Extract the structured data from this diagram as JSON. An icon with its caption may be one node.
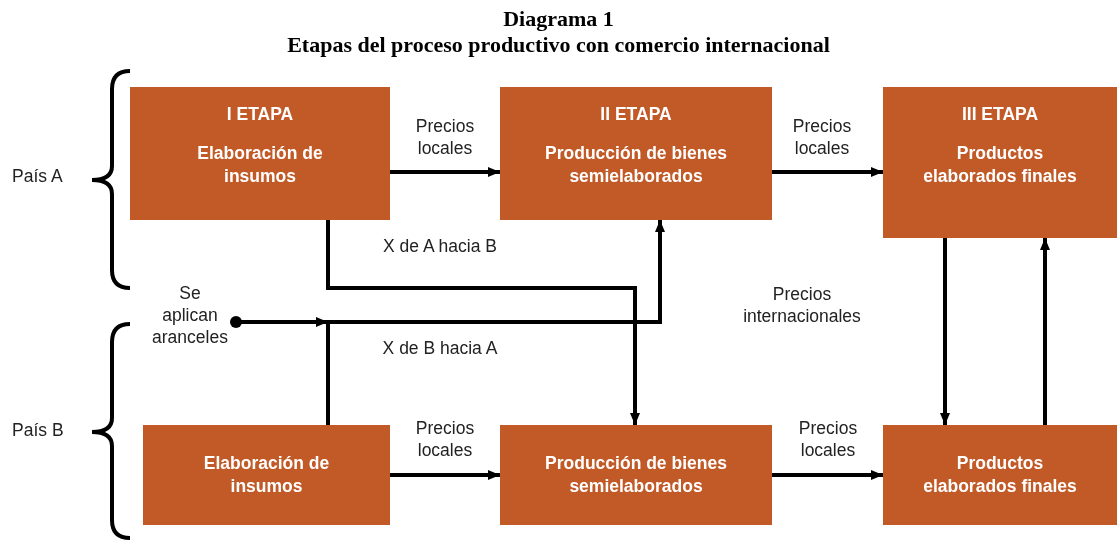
{
  "diagram": {
    "title": "Diagrama 1",
    "caption": "Etapas del proceso productivo con comercio internacional",
    "nodes": [
      {
        "text": [
          "I ETAPA",
          "Elaboración de insumos"
        ]
      },
      {
        "text": [
          "II ETAPA",
          "Producción de bienes semielaborados"
        ]
      },
      {
        "text": [
          "III ETAPA",
          "Productos elaborados finales"
        ]
      },
      {
        "text": [
          "Elaboración de insumos"
        ]
      },
      {
        "text": [
          "Producción de bienes semielaborados"
        ]
      },
      {
        "text": [
          "Productos elaborados finales"
        ]
      },
      {
        "text": [
          "Se aplican aranceles"
        ]
      }
    ],
    "edges": [
      {
        "from": 0,
        "to": 1,
        "arrow": "to",
        "label": "Precios locales"
      },
      {
        "from": 1,
        "to": 2,
        "arrow": "to",
        "label": "Precios locales"
      },
      {
        "from": 3,
        "to": 4,
        "arrow": "to",
        "label": "Precios locales"
      },
      {
        "from": 4,
        "to": 5,
        "arrow": "to",
        "label": "Precios locales"
      },
      {
        "from": 0,
        "to": 4,
        "arrow": "to",
        "label": "X de A hacia B"
      },
      {
        "from": 3,
        "to": 1,
        "arrow": "to",
        "label": "X de B hacia A"
      },
      {
        "from": 2,
        "to": 5,
        "arrow": "to"
      },
      {
        "from": 5,
        "to": 2,
        "arrow": "to"
      },
      {
        "from": 6,
        "to": null,
        "arrow": "to"
      }
    ],
    "labels": [
      "País A",
      "País B",
      "Precios internacionales"
    ]
  }
}
